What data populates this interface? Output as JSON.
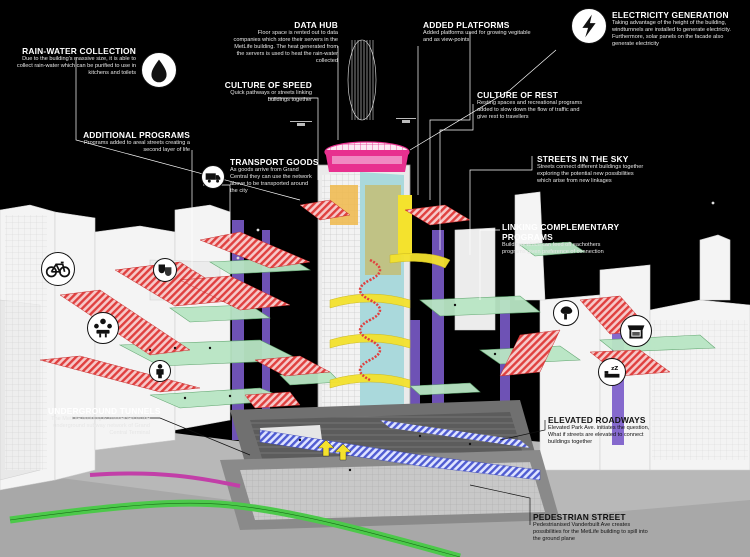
{
  "labels": {
    "rain_water": {
      "title": "RAIN-WATER COLLECTION",
      "desc": "Due to the building's massive size, it is able to collect rain-water which can be purified to use in kitchens and toilets"
    },
    "data_hub": {
      "title": "DATA HUB",
      "desc": "Floor space is rented out to data companies which store their servers in the MetLife building. The heat generated from the servers is used to heat the rain-water collected"
    },
    "added_platforms": {
      "title": "ADDED PLATFORMS",
      "desc": "Added platforms used for growing vegitable and as view-points"
    },
    "electricity": {
      "title": "ELECTRICITY GENERATION",
      "desc": "Taking advantage of the height of the building, windturnnels are installed to generate electricity. Furthermore, solar panels on the facade also generate electricity"
    },
    "culture_speed": {
      "title": "CULTURE OF SPEED",
      "desc": "Quick pathways or streets linking buildings together"
    },
    "culture_rest": {
      "title": "CULTURE OF REST",
      "desc": "Resting spaces and recreational programs added to slow down the flow of traffic and give rest to travellers"
    },
    "additional_programs": {
      "title": "ADDITIONAL PROGRAMS",
      "desc": "Programs added to areal streets creating a second layer of life"
    },
    "transport_goods": {
      "title": "TRANSPORT GOODS",
      "desc": "As goods arrive from Grand Central they can use the network above to be transported around the city"
    },
    "streets_sky": {
      "title": "STREETS IN THE SKY",
      "desc": "Streets connect different buildings together exploring the potential new possibilities which arise from new linkages"
    },
    "linking": {
      "title": "LINKING COMPLEMENTARY PROGRAMS",
      "desc": "Buildings which can feed off eachothers programs given preference of connection"
    },
    "underground": {
      "title": "UNDERGROUND TUNNELS",
      "desc": "The MetLife building is connected to the underground subway network of Grand Central Terminal"
    },
    "elevated_roadways": {
      "title": "ELEVATED ROADWAYS",
      "desc": "Elevated Park Ave. initiates the question, What if streets are elevated to connect buildings together"
    },
    "pedestrian": {
      "title": "PEDESTRIAN STREET",
      "desc": "Pedestrianised Vanderbuilt Ave creates possibilities for the MetLife building to spill into the ground plane"
    }
  },
  "icons": [
    "water-drop-icon",
    "lightning-icon",
    "bicycle-icon",
    "theater-masks-icon",
    "meeting-icon",
    "child-icon",
    "truck-icon",
    "cafe-icon",
    "market-stall-icon",
    "sleep-bed-icon"
  ],
  "colors": {
    "background": "#000000",
    "pink_roof": "#e8308f",
    "tower_teal": "#9fd6d9",
    "purple_columns": "#7a5bc9",
    "red_stairs": "#e0403f",
    "yellow_ramp": "#f4e22d",
    "green_street": "#4cc94a",
    "magenta_street": "#c23fa8",
    "platform_green": "#b9e6c4",
    "ground": "#b8b8b8"
  }
}
